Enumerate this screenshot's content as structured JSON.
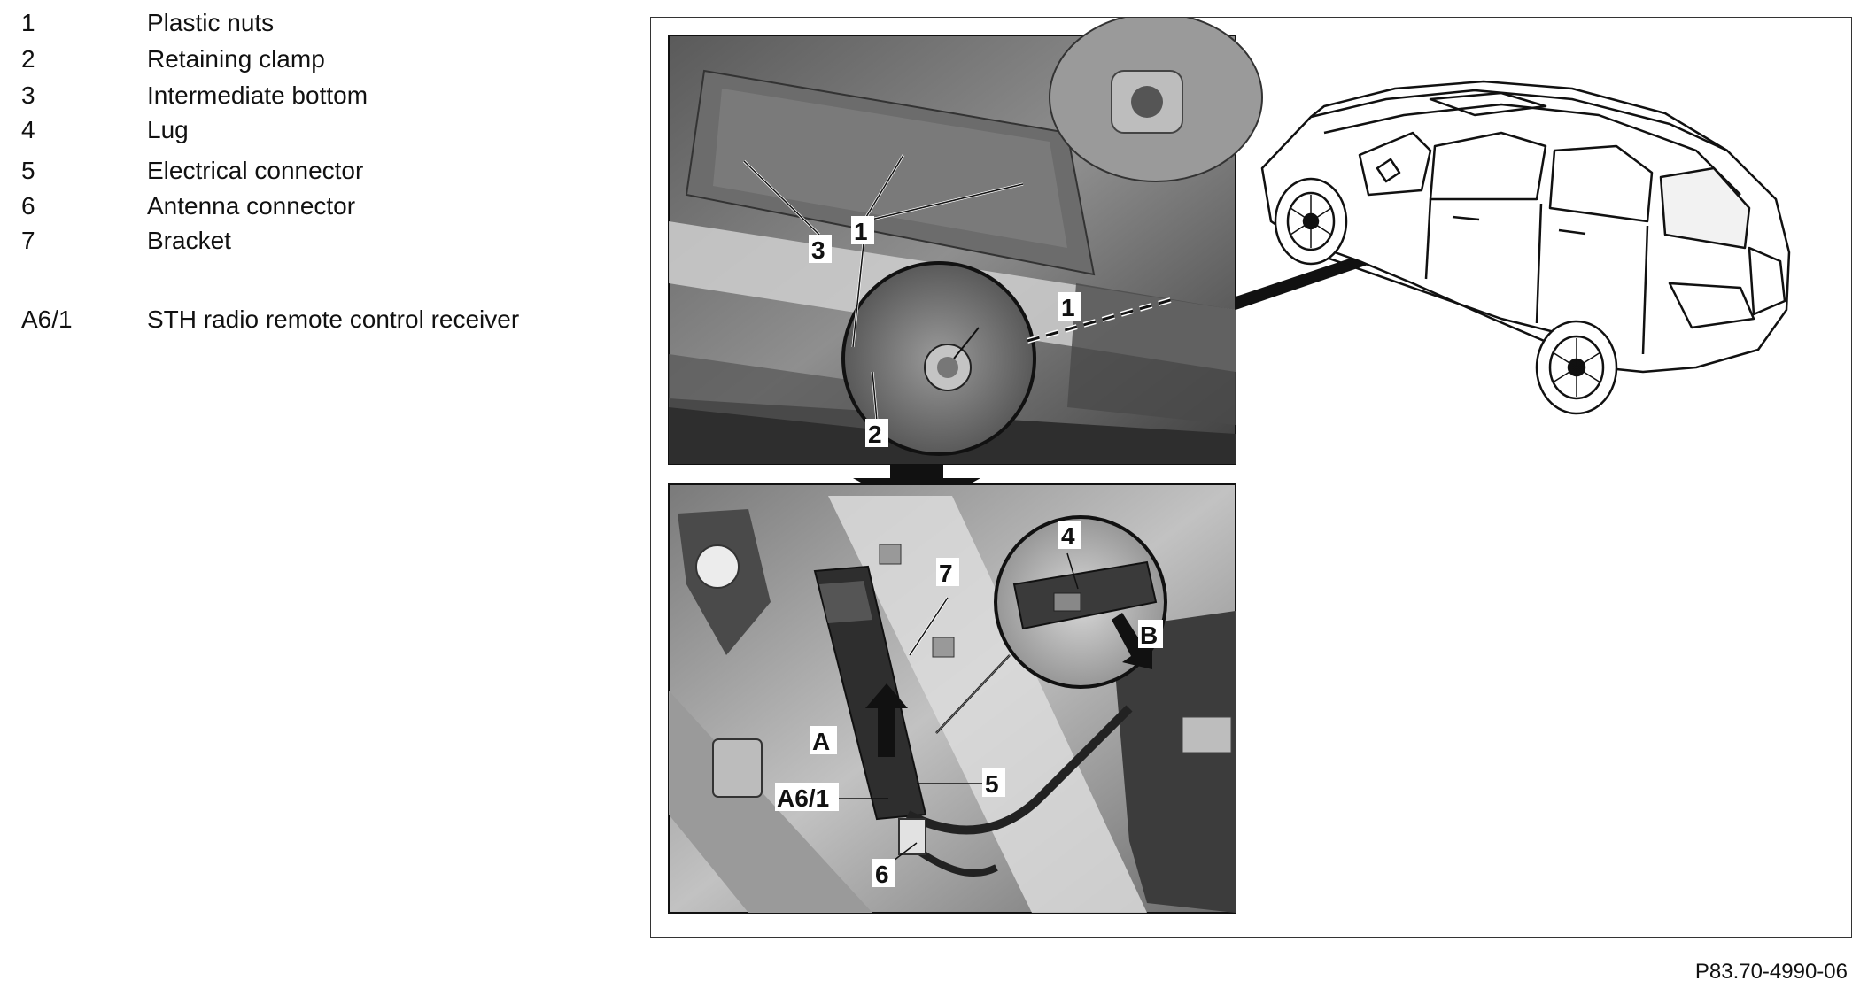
{
  "legend": [
    {
      "number": "1",
      "label": "Plastic nuts"
    },
    {
      "number": "2",
      "label": "Retaining clamp"
    },
    {
      "number": "3",
      "label": "Intermediate bottom"
    },
    {
      "number": "4",
      "label": "Lug"
    },
    {
      "number": "5",
      "label": "Electrical connector"
    },
    {
      "number": "6",
      "label": "Antenna connector"
    },
    {
      "number": "7",
      "label": "Bracket"
    },
    {
      "number": "A6/1",
      "label": "STH radio remote control receiver"
    }
  ],
  "callouts": {
    "c1": "1",
    "c1_detail": "1",
    "c2": "2",
    "c3": "3",
    "c4": "4",
    "c5": "5",
    "c6": "6",
    "c7": "7",
    "cA": "A",
    "cB": "B",
    "cA61": "A6/1"
  },
  "figure_id": "P83.70-4990-06",
  "colors": {
    "photo_dark": "#3a3a3a",
    "photo_mid": "#8a8a8a",
    "photo_light": "#cfcfcf",
    "ink": "#111111"
  }
}
